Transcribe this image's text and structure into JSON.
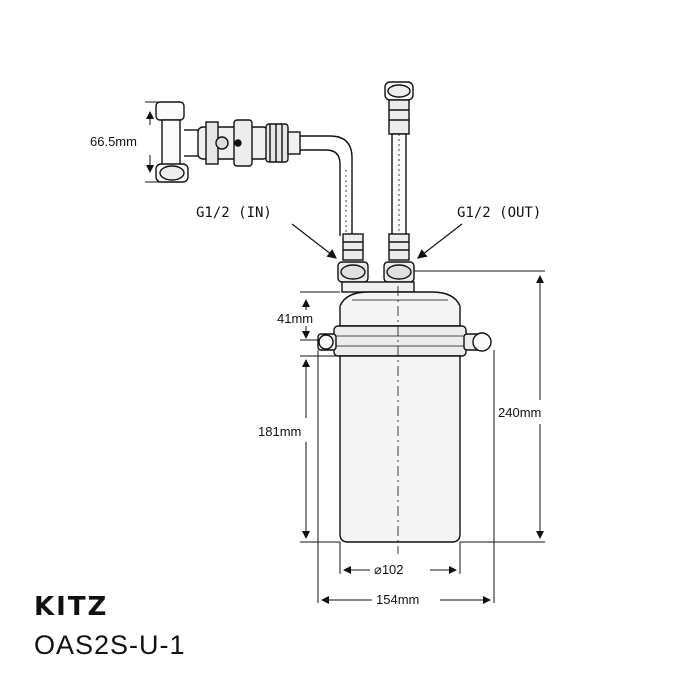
{
  "brand": {
    "name": "KITZ",
    "model": "OAS2S-U-1"
  },
  "connections": {
    "inlet_label": "G1/2 (IN)",
    "outlet_label": "G1/2 (OUT)"
  },
  "dimensions": {
    "valve_height": "66.5mm",
    "head_height": "41mm",
    "body_height": "181mm",
    "total_height": "240mm",
    "body_diameter": "⌀102",
    "overall_width": "154mm"
  },
  "colors": {
    "line": "#111111",
    "body_fill": "#f4f4f4",
    "shade": "#d9d9d9"
  }
}
